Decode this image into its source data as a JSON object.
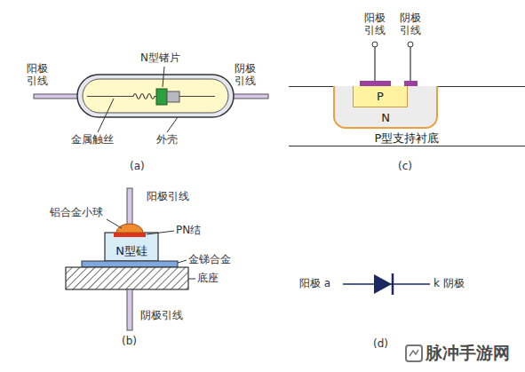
{
  "diagram": {
    "nodes": [
      {
        "text": [
          "P型支持衬底"
        ]
      },
      {
        "text": [
          "N"
        ],
        "in": 0
      },
      {
        "text": [
          "P"
        ],
        "in": 1
      },
      {
        "text": [
          "N型硅"
        ]
      }
    ],
    "labels": [
      "阳极引线",
      "N型锗片",
      "阴极引线",
      "金属触丝",
      "外壳",
      "(a)",
      "阳极引线",
      "阴极引线",
      "(c)",
      "阳极引线",
      "铝合金小球",
      "PN结",
      "金锑合金",
      "底座",
      "阴极引线",
      "(b)",
      "阳极 a",
      "k 阴极",
      "(d)",
      "脉冲手游网"
    ]
  }
}
